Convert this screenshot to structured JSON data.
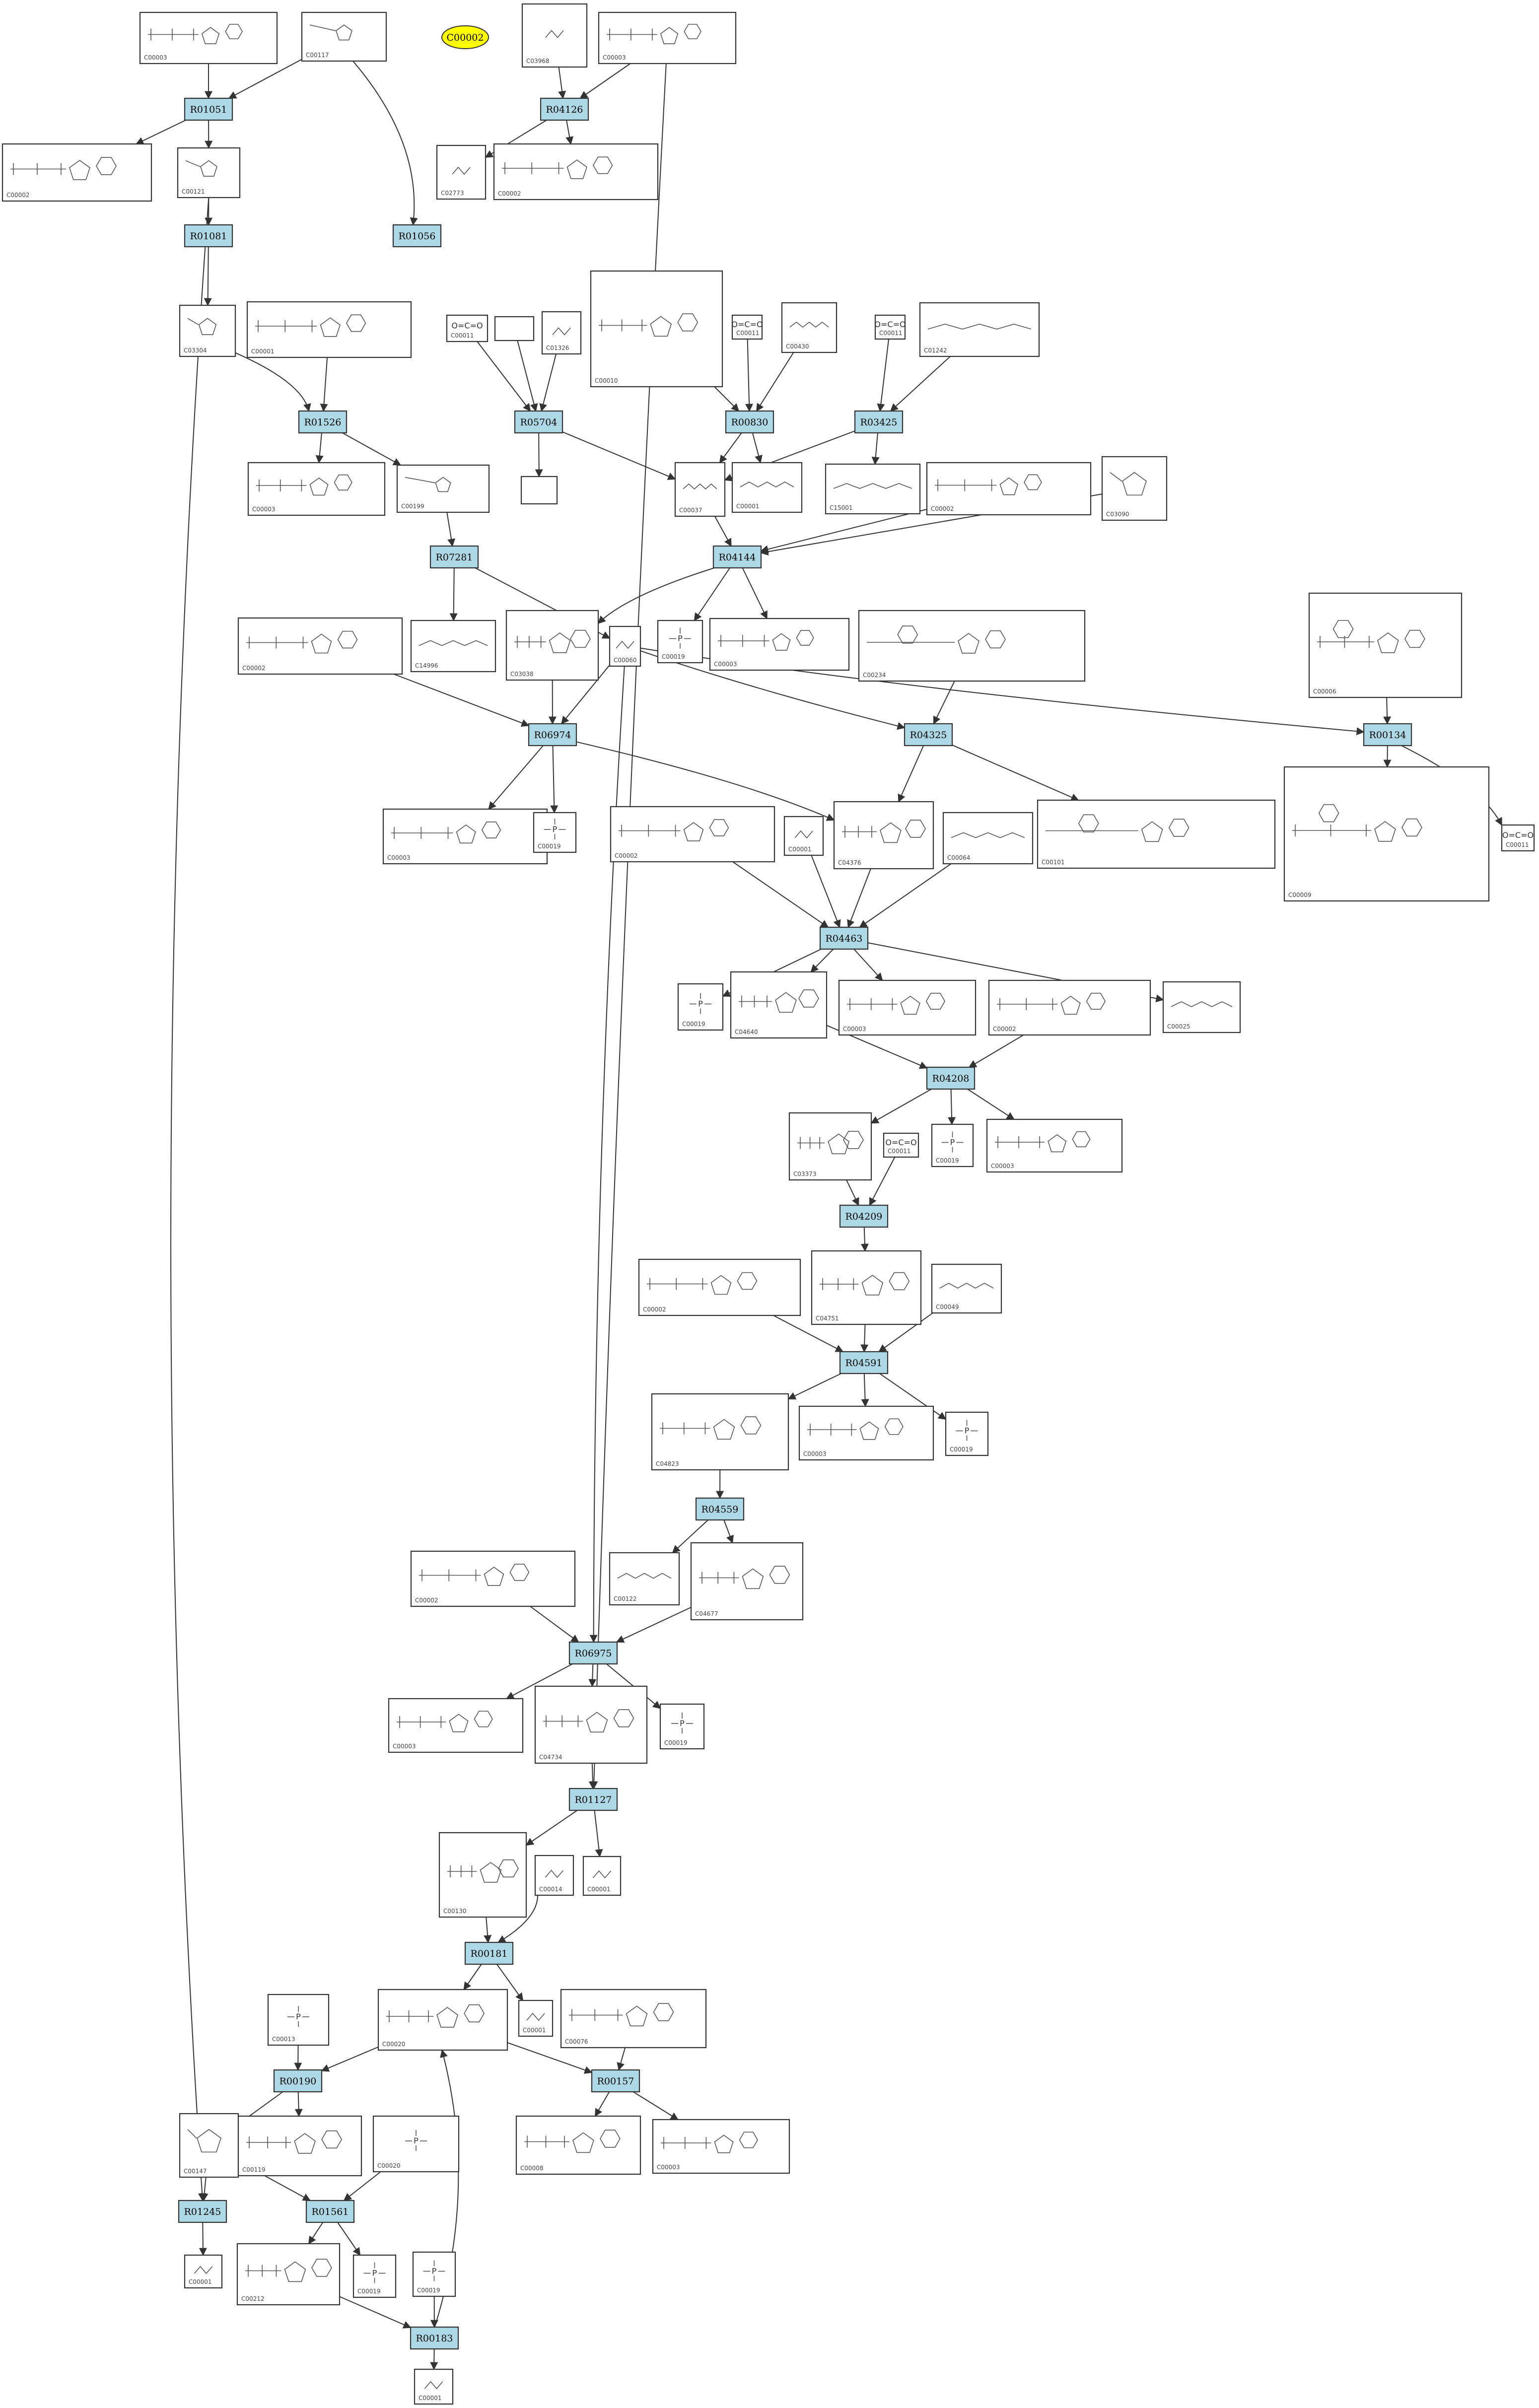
{
  "colors": {
    "reaction_fill": "#add8e6",
    "highlight_fill": "#ffff00",
    "edge": "#333333",
    "box": "#333333"
  },
  "highlight": {
    "label": "C00002"
  },
  "reactions": [
    {
      "id": "R01051"
    },
    {
      "id": "R04126"
    },
    {
      "id": "R01081"
    },
    {
      "id": "R01056"
    },
    {
      "id": "R01526"
    },
    {
      "id": "R05704"
    },
    {
      "id": "R00830"
    },
    {
      "id": "R03425"
    },
    {
      "id": "R07281"
    },
    {
      "id": "R04144"
    },
    {
      "id": "R06974"
    },
    {
      "id": "R04325"
    },
    {
      "id": "R00134"
    },
    {
      "id": "R04463"
    },
    {
      "id": "R04208"
    },
    {
      "id": "R04209"
    },
    {
      "id": "R04591"
    },
    {
      "id": "R04559"
    },
    {
      "id": "R06975"
    },
    {
      "id": "R01127"
    },
    {
      "id": "R00181"
    },
    {
      "id": "R00190"
    },
    {
      "id": "R00157"
    },
    {
      "id": "R01245"
    },
    {
      "id": "R01561"
    },
    {
      "id": "R00183"
    }
  ],
  "compounds": [
    {
      "label": "C00003"
    },
    {
      "label": "C00117"
    },
    {
      "label": "C03968"
    },
    {
      "label": "C00003"
    },
    {
      "label": "C00002"
    },
    {
      "label": "C00121"
    },
    {
      "label": "C02773"
    },
    {
      "label": "C00002"
    },
    {
      "label": "C00011"
    },
    {
      "label": ""
    },
    {
      "label": "C01326"
    },
    {
      "label": "C00010"
    },
    {
      "label": "C00011"
    },
    {
      "label": "C00430"
    },
    {
      "label": "C00011"
    },
    {
      "label": "C01242"
    },
    {
      "label": "C03304"
    },
    {
      "label": "C00001"
    },
    {
      "label": "C00003"
    },
    {
      "label": "C00199"
    },
    {
      "label": ""
    },
    {
      "label": "C00037"
    },
    {
      "label": "C00001"
    },
    {
      "label": "C15001"
    },
    {
      "label": "C00002"
    },
    {
      "label": "C03090"
    },
    {
      "label": "C00002"
    },
    {
      "label": "C14996"
    },
    {
      "label": "C03038"
    },
    {
      "label": "C00060"
    },
    {
      "label": "C00019"
    },
    {
      "label": "C00003"
    },
    {
      "label": "C00234"
    },
    {
      "label": "C00006"
    },
    {
      "label": "C00003"
    },
    {
      "label": "C00019"
    },
    {
      "label": "C00002"
    },
    {
      "label": "C00001"
    },
    {
      "label": "C04376"
    },
    {
      "label": "C00064"
    },
    {
      "label": "C00101"
    },
    {
      "label": "C00009"
    },
    {
      "label": "C00011"
    },
    {
      "label": "C00019"
    },
    {
      "label": "C04640"
    },
    {
      "label": "C00003"
    },
    {
      "label": "C00002"
    },
    {
      "label": "C00025"
    },
    {
      "label": "C03373"
    },
    {
      "label": "C00011"
    },
    {
      "label": "C00019"
    },
    {
      "label": "C00003"
    },
    {
      "label": "C00002"
    },
    {
      "label": "C04751"
    },
    {
      "label": "C00049"
    },
    {
      "label": "C04823"
    },
    {
      "label": "C00003"
    },
    {
      "label": "C00019"
    },
    {
      "label": "C00122"
    },
    {
      "label": "C04677"
    },
    {
      "label": "C00002"
    },
    {
      "label": "C00003"
    },
    {
      "label": "C04734"
    },
    {
      "label": "C00019"
    },
    {
      "label": "C00130"
    },
    {
      "label": "C00014"
    },
    {
      "label": "C00001"
    },
    {
      "label": "C00020"
    },
    {
      "label": "C00001"
    },
    {
      "label": "C00076"
    },
    {
      "label": "C00013"
    },
    {
      "label": "C00147"
    },
    {
      "label": "C00119"
    },
    {
      "label": "C00020"
    },
    {
      "label": "C00008"
    },
    {
      "label": "C00003"
    },
    {
      "label": "C00001"
    },
    {
      "label": "C00212"
    },
    {
      "label": "C00019"
    },
    {
      "label": "C00019"
    },
    {
      "label": "C00001"
    }
  ]
}
